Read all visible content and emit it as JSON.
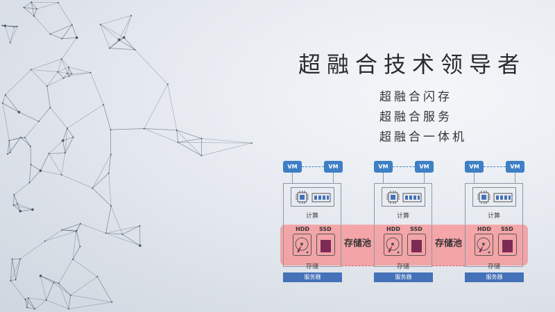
{
  "slide": {
    "title": "超融合技术领导者",
    "subtitles": [
      "超融合闪存",
      "超融合服务",
      "超融合一体机"
    ]
  },
  "diagram": {
    "vm_label": "VM",
    "compute_label": "计算",
    "storage_label": "存储",
    "hdd_label": "HDD",
    "ssd_label": "SSD",
    "server_label": "服务器",
    "pool_label": "存储池",
    "server_count": 3,
    "colors": {
      "vm": "#3f7fc6",
      "server_bar": "#4471b8",
      "pool": "#ff6e6e",
      "ssd_chip": "#7d2a55",
      "hdd_arm": "#7d2a55"
    }
  }
}
